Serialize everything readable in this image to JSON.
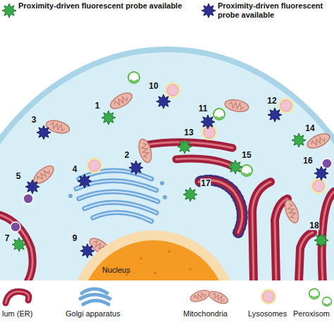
{
  "diagram": {
    "nodes": [
      {
        "text": [
          "Nucleus"
        ]
      }
    ],
    "labels": [
      "10",
      "11",
      "12",
      "1",
      "3",
      "14",
      "13",
      "15",
      "2",
      "16",
      "4",
      "5",
      "17",
      "18",
      "7",
      "9"
    ],
    "legend": [
      {
        "text": "Proximity-driven fluorescent probe available"
      },
      {
        "text": "Proximity-driven fluorescent probe available"
      },
      {
        "text": "lum (ER)"
      },
      {
        "text": "Golgi apparatus"
      },
      {
        "text": "Mitochondria"
      },
      {
        "text": "Lysosomes"
      },
      {
        "text": "Peroxisom"
      }
    ]
  }
}
